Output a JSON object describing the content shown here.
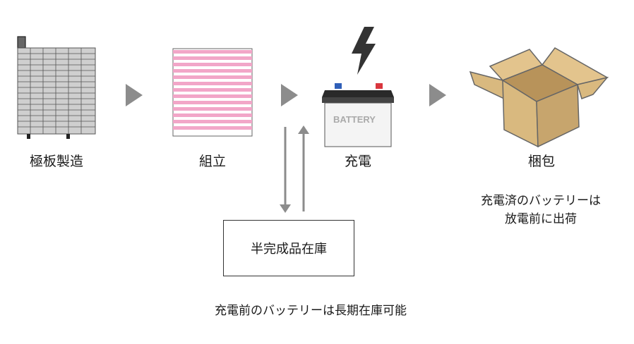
{
  "steps": [
    {
      "label": "極板製造"
    },
    {
      "label": "組立"
    },
    {
      "label": "充電"
    },
    {
      "label": "梱包"
    }
  ],
  "packing_note": [
    "充電済のバッテリーは",
    "放電前に出荷"
  ],
  "stock_box": {
    "label": "半完成品在庫"
  },
  "bottom_note": "充電前のバッテリーは長期在庫可能",
  "battery_text": "BATTERY",
  "icons": [
    "electrode-plate-icon",
    "assembled-stack-icon",
    "battery-icon",
    "lightning-bolt-icon",
    "cardboard-box-icon"
  ],
  "colors": {
    "arrow": "#8c8c8c",
    "assembly_stripe": "#f2a6c8",
    "box_tan": "#d9b97f",
    "box_shadow": "#c7a56d",
    "bolt": "#333333"
  }
}
